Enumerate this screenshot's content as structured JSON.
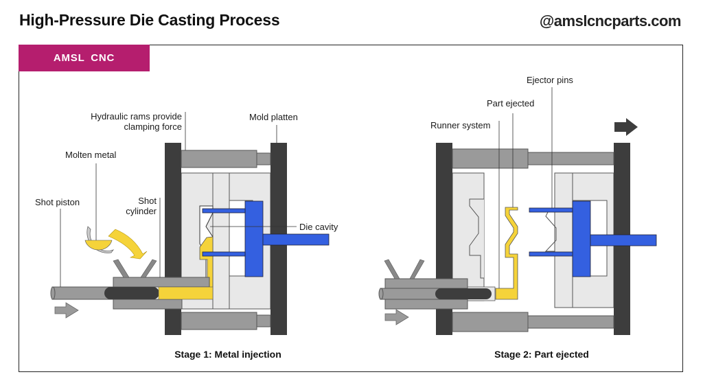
{
  "header": {
    "title": "High-Pressure Die Casting Process",
    "website": "@amslcncparts.com",
    "brand_badge": "AMSL  CNC"
  },
  "colors": {
    "brand": "#b51e6e",
    "molten_metal": "#f5d33a",
    "ejector": "#3460e0",
    "platen": "#3d3d3d",
    "ram": "#9a9a9a",
    "die": "#e8e8e8"
  },
  "stage1": {
    "caption": "Stage 1: Metal injection",
    "labels": {
      "hydraulic_line1": "Hydraulic rams provide",
      "hydraulic_line2": "clamping force",
      "mold_platten": "Mold platten",
      "molten_metal": "Molten metal",
      "shot_piston": "Shot piston",
      "shot_cylinder_line1": "Shot",
      "shot_cylinder_line2": "cylinder",
      "die_cavity": "Die cavity"
    }
  },
  "stage2": {
    "caption": "Stage 2: Part ejected",
    "labels": {
      "ejector_pins": "Ejector pins",
      "part_ejected": "Part ejected",
      "runner_system": "Runner system"
    }
  }
}
